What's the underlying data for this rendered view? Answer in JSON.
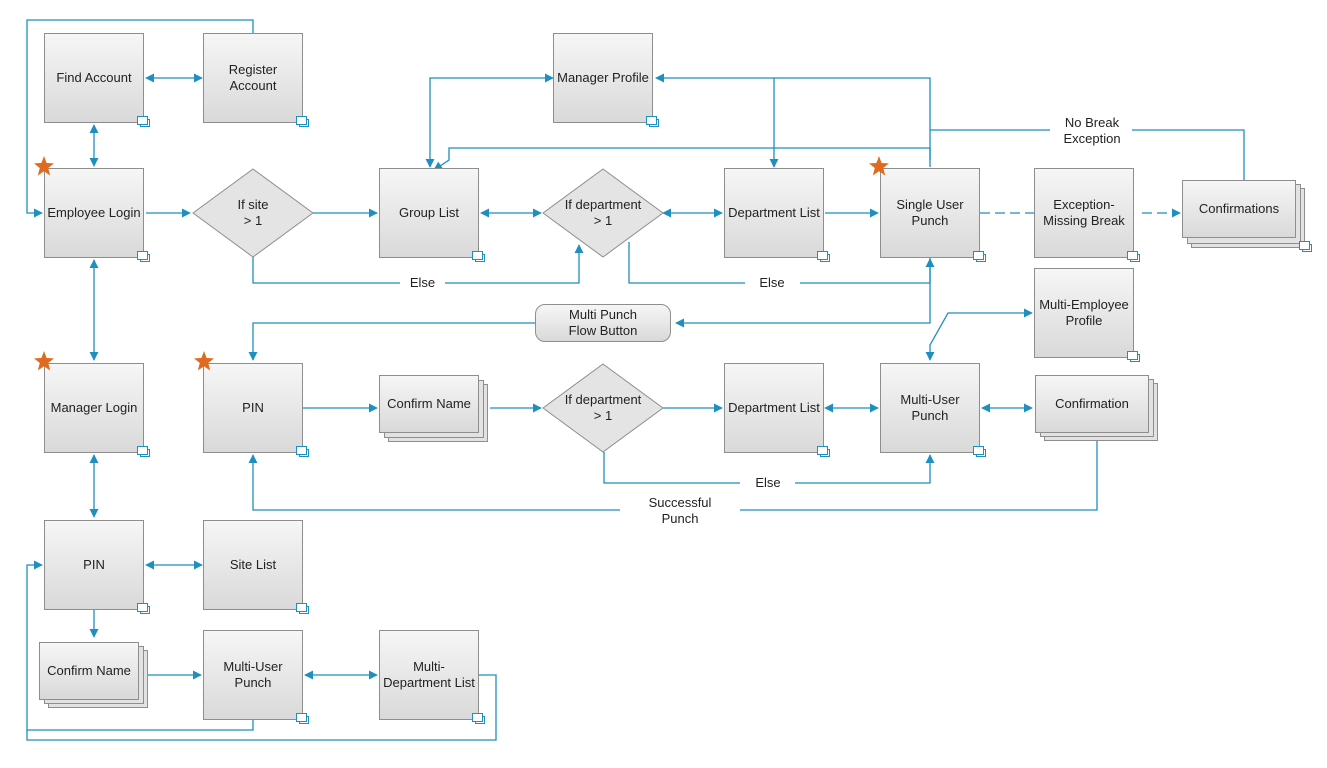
{
  "colors": {
    "connector": "#1f8fbf",
    "node_border": "#8e8e8e",
    "star": "#e06a1f",
    "decision_fill": "#e4e4e4"
  },
  "nodes": {
    "find_account": "Find Account",
    "register_account": "Register\nAccount",
    "manager_profile": "Manager Profile",
    "employee_login": "Employee Login",
    "group_list": "Group List",
    "department_list_top": "Department List",
    "single_user_punch": "Single User\nPunch",
    "exception_missing_break": "Exception-\nMissing Break",
    "confirmations": "Confirmations",
    "multi_punch_flow_button": "Multi Punch\nFlow Button",
    "multi_employee_profile": "Multi-Employee\nProfile",
    "manager_login": "Manager Login",
    "pin_mid": "PIN",
    "confirm_name_mid": "Confirm Name",
    "department_list_mid": "Department List",
    "multi_user_punch_mid": "Multi-User\nPunch",
    "confirmation_mid": "Confirmation",
    "pin_bottom": "PIN",
    "site_list": "Site List",
    "confirm_name_bottom": "Confirm Name",
    "multi_user_punch_bottom": "Multi-User\nPunch",
    "multi_department_list": "Multi-\nDepartment List"
  },
  "decisions": {
    "if_site": "If site\n> 1",
    "if_department_top": "If department\n> 1",
    "if_department_mid": "If department\n> 1"
  },
  "labels": {
    "else_1": "Else",
    "else_2": "Else",
    "else_3": "Else",
    "no_break_exception": "No Break\nException",
    "successful_punch": "Successful\nPunch"
  }
}
